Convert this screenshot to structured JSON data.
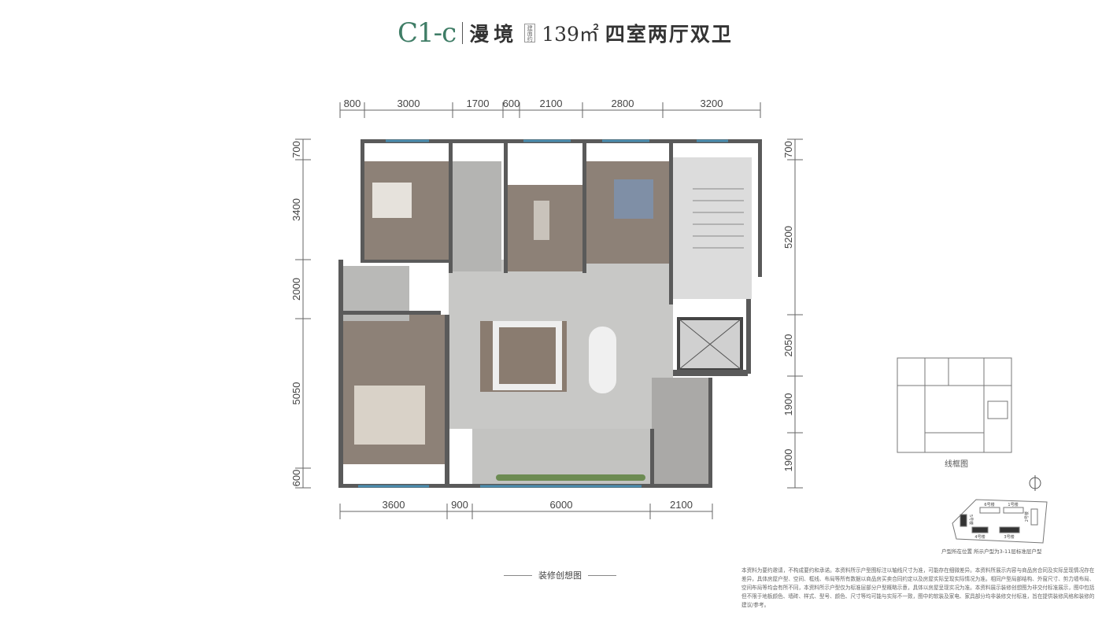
{
  "title": {
    "code": "C1-c",
    "name": "漫境",
    "area_tag": "建面约",
    "area": "139㎡",
    "layout": "四室两厅双卫"
  },
  "dimensions": {
    "top": [
      "800",
      "3000",
      "1700",
      "600",
      "2100",
      "2800",
      "3200"
    ],
    "bottom": [
      "3600",
      "900",
      "6000",
      "2100"
    ],
    "left": [
      "700",
      "3400",
      "2000",
      "5050",
      "600"
    ],
    "right": [
      "700",
      "5200",
      "2050",
      "1900",
      "1900"
    ]
  },
  "caption": "装修创想图",
  "wireframe_caption": "线框图",
  "site_plan": {
    "buildings": [
      "1号楼",
      "2号楼",
      "3号楼",
      "4号楼",
      "5号楼",
      "6号楼"
    ],
    "caption": "户型所在位置  所示户型为3-11层标准层户型"
  },
  "disclaimer": "本资料为要约邀请，不构成要约和承诺。本资料所示户型图标注以轴线尺寸为准，可能存在细微差异。本资料所展示内容与商品房合同及实际呈现情况存在差异，具体房屋户型、空间、框线、布局等所有数据以商品房买卖合同约定以及房屋实际呈现实际情况为准。相同户型局部结构、外窗尺寸、剪力墙布局、空间布局等均会有所不同，本资料所示户型仅为标准层部分户型概略示意，具体以房屋呈现实况为准。本资料展示装修创想图为非交付标准展示，图中包括但不限于地板颜色、墙砖、样式、型号、颜色、尺寸等均可能与实际不一致，图中的软装及家电、家具部分均非装修交付标准，旨在提供装修风格和装修的建议/参考。"
}
